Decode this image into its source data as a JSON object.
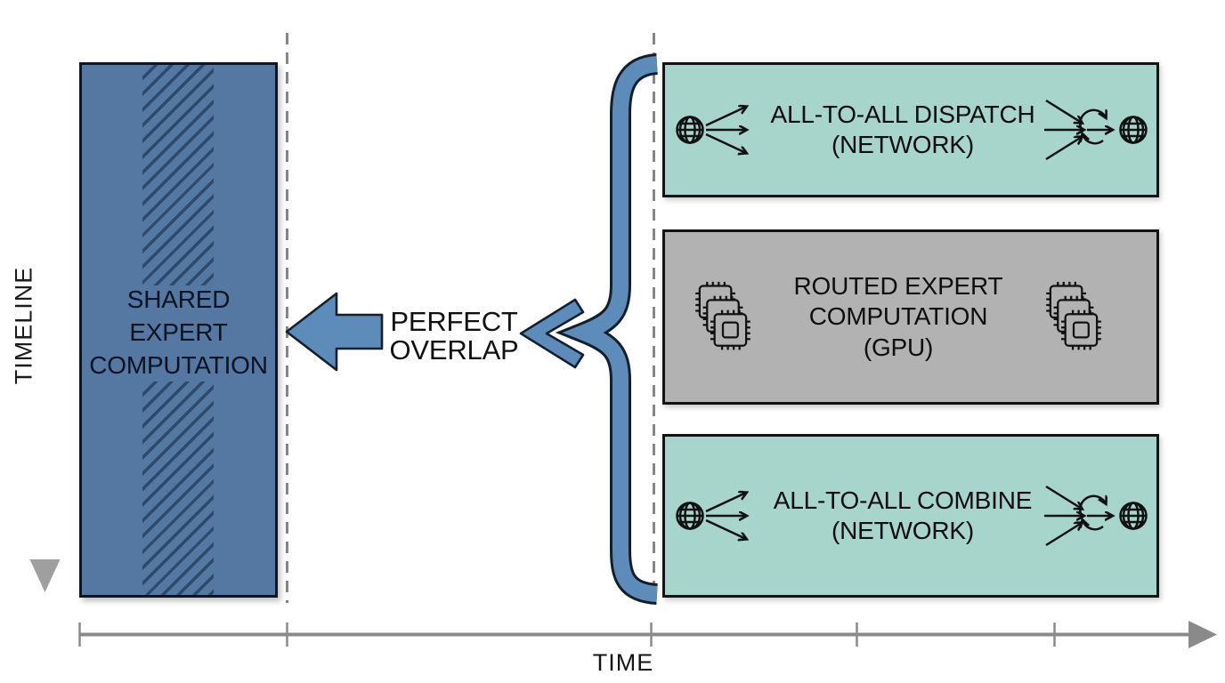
{
  "axes": {
    "timeline": {
      "label": "TIMELINE",
      "direction": "down"
    },
    "time": {
      "label": "TIME",
      "direction": "right",
      "tick_count": 5
    }
  },
  "shared_block": {
    "label": "SHARED\nEXPERT\nCOMPUTATION",
    "fill_color": "#5478a2",
    "pattern": "diagonal-hatch-band"
  },
  "overlap": {
    "label": "PERFECT\nOVERLAP"
  },
  "pipeline_blocks": [
    {
      "id": "dispatch",
      "label": "ALL-TO-ALL DISPATCH\n(NETWORK)",
      "fill_color": "#a7d4cb",
      "left_icon": "globe-fanout-icon",
      "right_icon": "converge-sync-globe-icon"
    },
    {
      "id": "routed",
      "label": "ROUTED EXPERT\nCOMPUTATION\n(GPU)",
      "fill_color": "#b3b2b2",
      "left_icon": "gpu-chips-icon",
      "right_icon": "gpu-chips-icon"
    },
    {
      "id": "combine",
      "label": "ALL-TO-ALL COMBINE\n(NETWORK)",
      "fill_color": "#a7d4cb",
      "left_icon": "globe-fanout-icon",
      "right_icon": "converge-sync-globe-icon"
    }
  ],
  "colors": {
    "arrow_blue": "#5d8cba",
    "outline_navy": "#141f2c",
    "axis_gray": "#8a8a8a",
    "dashed_line_gray": "#868686"
  }
}
